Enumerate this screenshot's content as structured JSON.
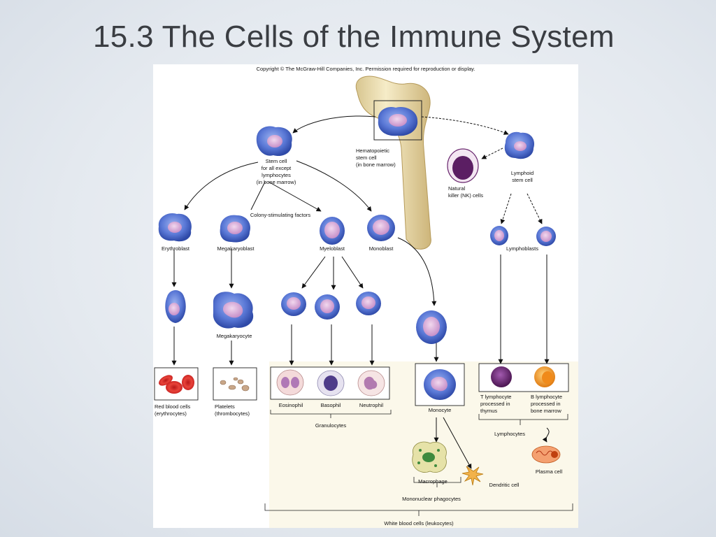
{
  "slide": {
    "title": "15.3 The Cells of the Immune System"
  },
  "figure": {
    "copyright": "Copyright © The McGraw-Hill Companies, Inc. Permission required for reproduction or display.",
    "labels": {
      "hematopoietic": [
        "Hematopoietic",
        "stem cell",
        "(in bone marrow)"
      ],
      "stem_cell": [
        "Stem cell",
        "for all except",
        "lymphocytes",
        "(in bone marrow)"
      ],
      "lymphoid": [
        "Lymphoid",
        "stem cell"
      ],
      "nk": [
        "Natural",
        "killer (NK) cells"
      ],
      "csf": "Colony-stimulating factors",
      "erythroblast": "Erythroblast",
      "megakaryoblast": "Megakaryoblast",
      "myeloblast": "Myeloblast",
      "monoblast": "Monoblast",
      "lymphoblasts": "Lymphoblasts",
      "megakaryocyte": "Megakaryocyte",
      "rbc": [
        "Red blood cells",
        "(erythrocytes)"
      ],
      "platelets": [
        "Platelets",
        "(thrombocytes)"
      ],
      "eosinophil": "Eosinophil",
      "basophil": "Basophil",
      "neutrophil": "Neutrophil",
      "granulocytes": "Granulocytes",
      "monocyte": "Monocyte",
      "t_lymph": [
        "T lymphocyte",
        "processed in",
        "thymus"
      ],
      "b_lymph": [
        "B lymphocyte",
        "processed in",
        "bone marrow"
      ],
      "lymphocytes": "Lymphocytes",
      "plasma": "Plasma cell",
      "macrophage": "Macrophage",
      "dendritic": "Dendritic cell",
      "mononuclear": "Mononuclear phagocytes",
      "wbc": "White blood cells (leukocytes)"
    }
  }
}
